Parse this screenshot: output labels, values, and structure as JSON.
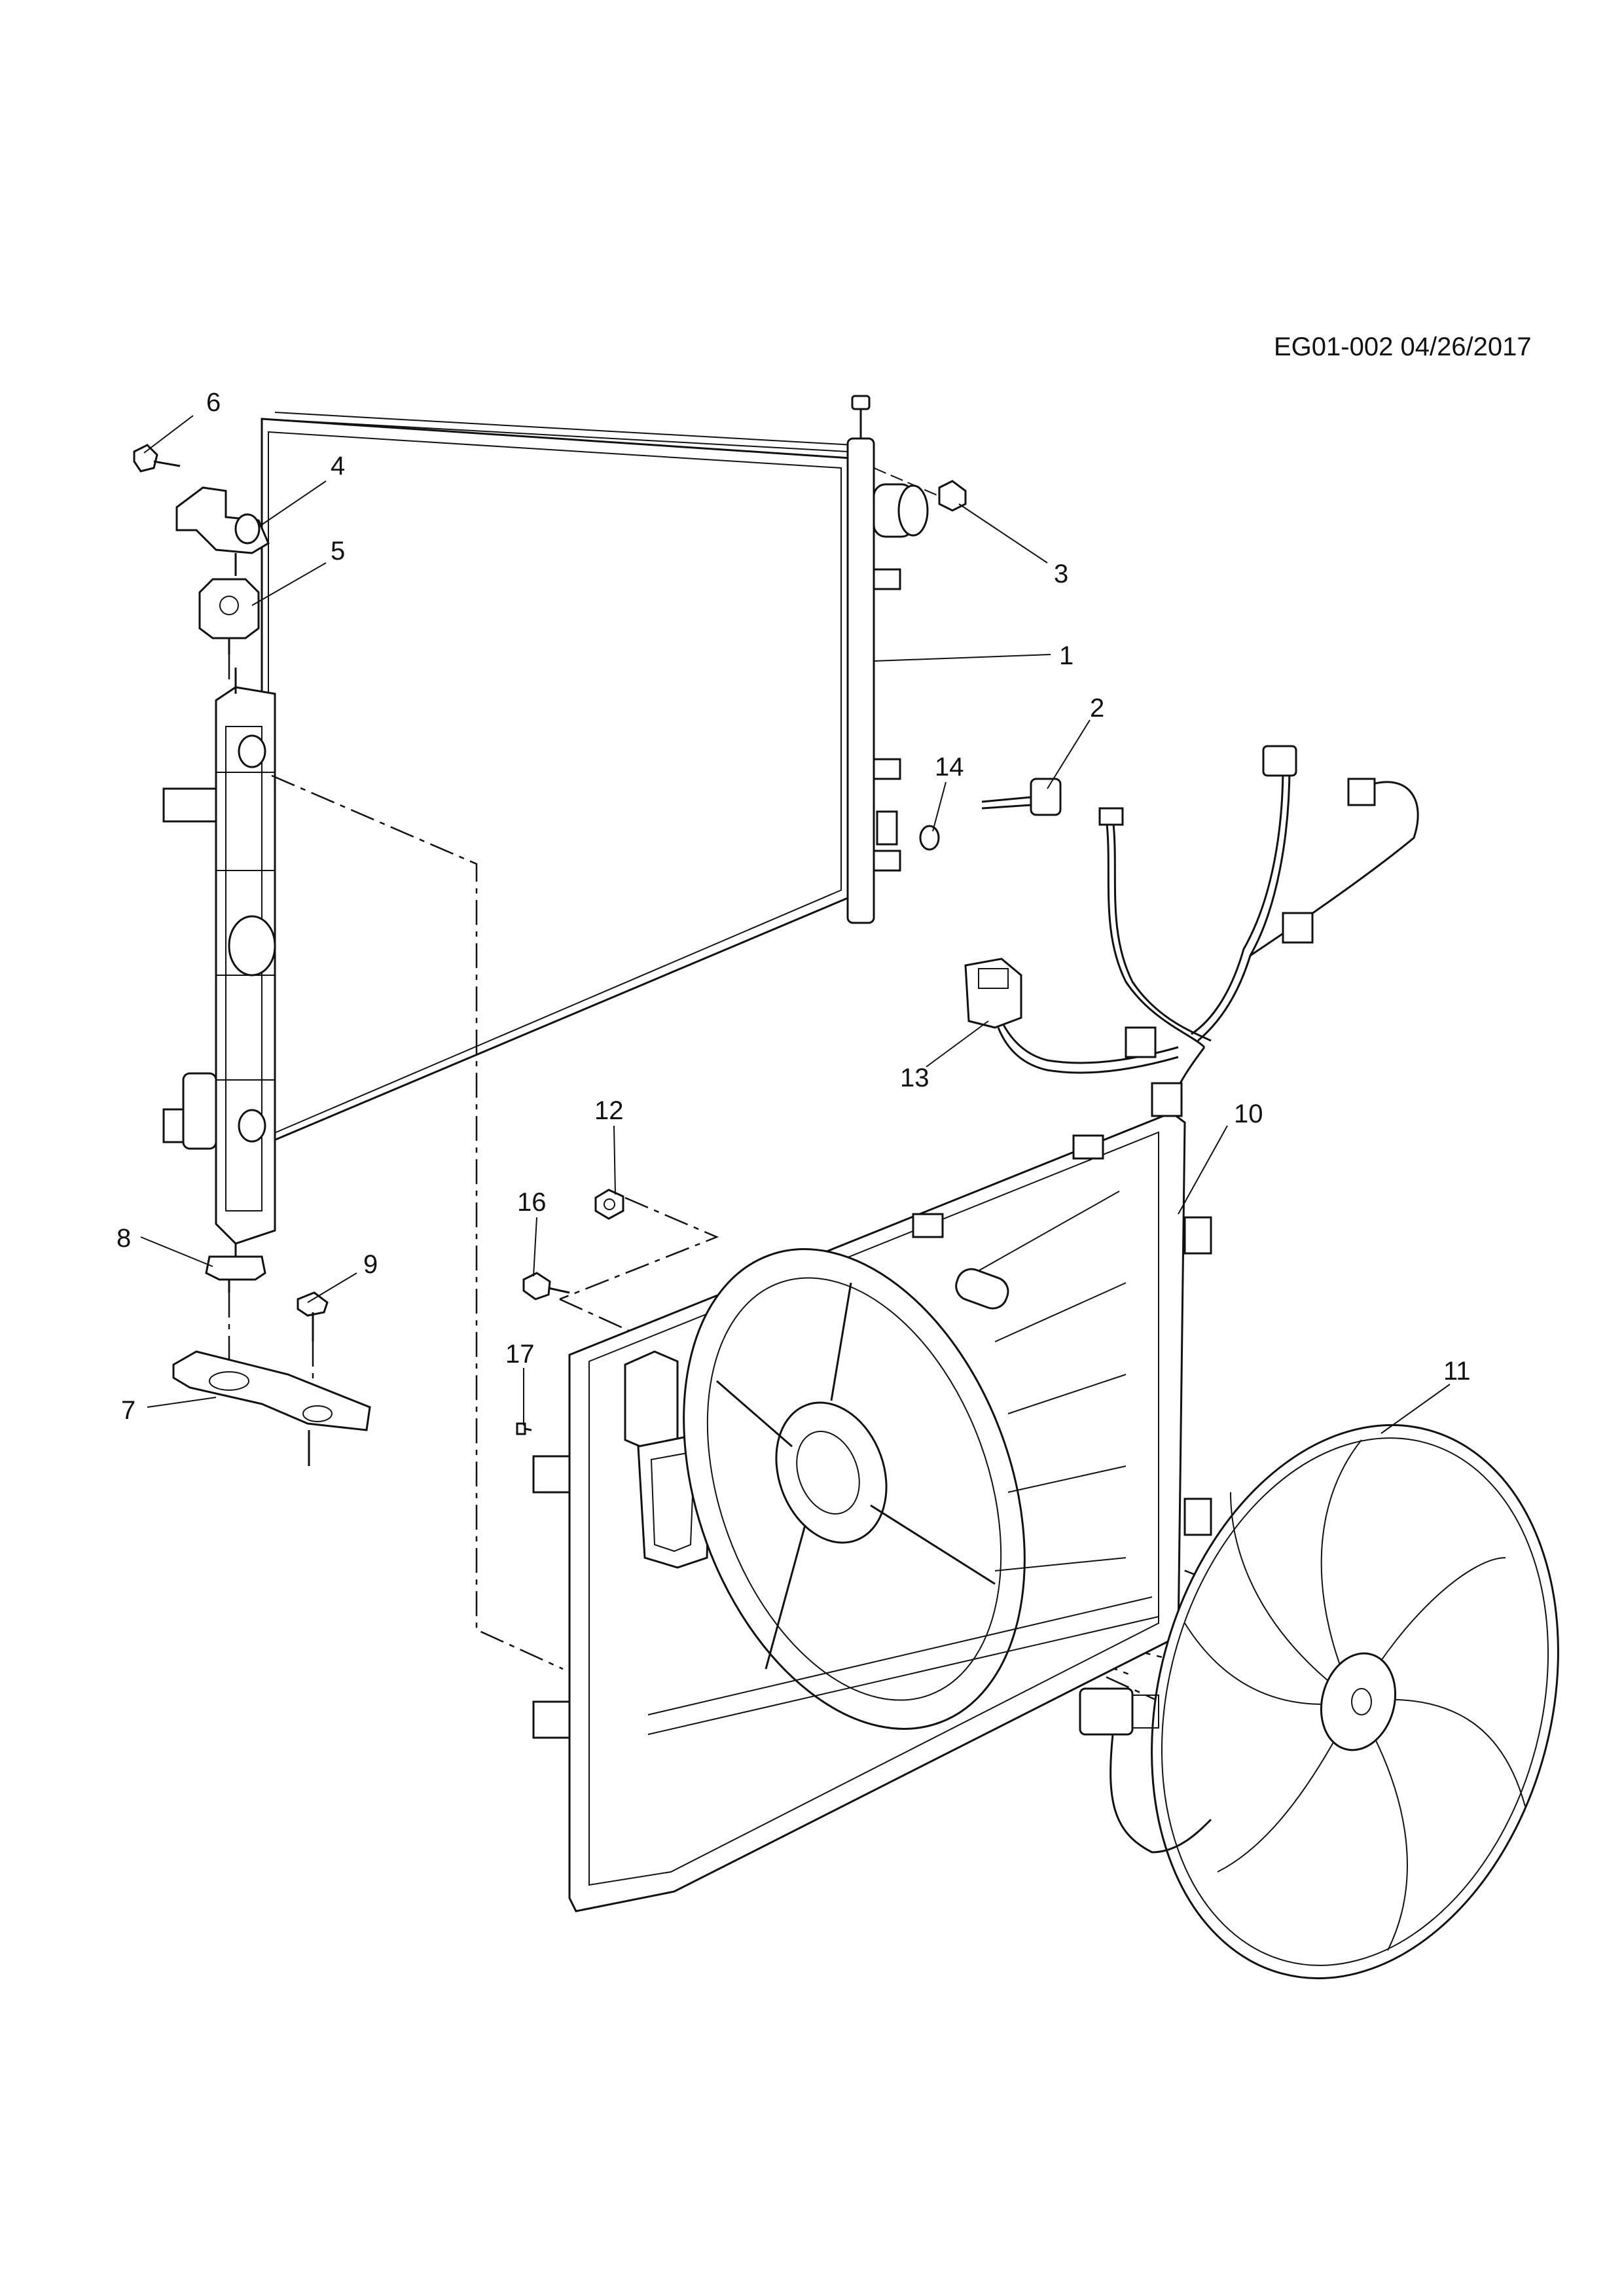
{
  "diagram": {
    "reference_code": "EG01-002 04/26/2017",
    "callouts": [
      "1",
      "2",
      "3",
      "4",
      "5",
      "6",
      "7",
      "8",
      "9",
      "10",
      "11",
      "12",
      "13",
      "14",
      "16",
      "17"
    ]
  }
}
